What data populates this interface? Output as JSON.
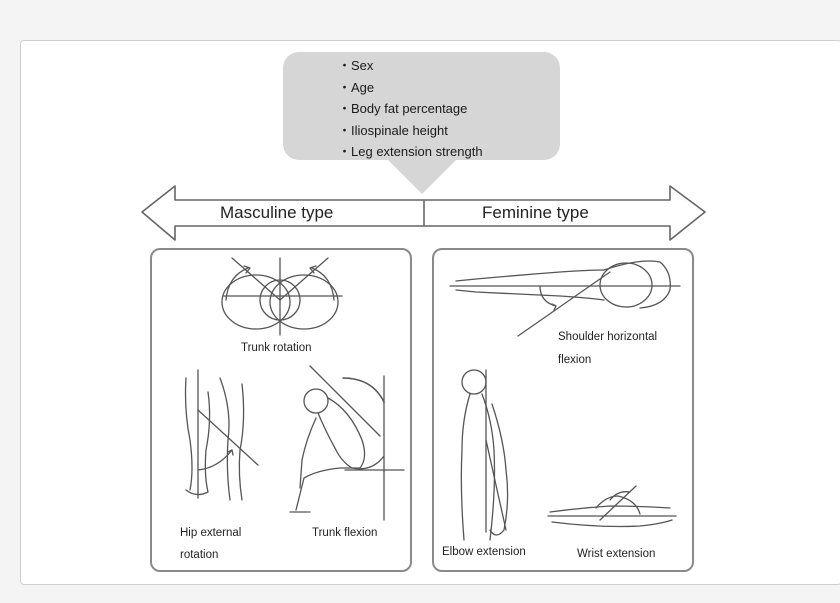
{
  "criteria": [
    "Sex",
    "Age",
    "Body fat percentage",
    "Iliospinale height",
    "Leg extension strength"
  ],
  "arrow": {
    "left_label": "Masculine type",
    "right_label": "Feminine type"
  },
  "masculine_panel": {
    "trunk_rotation": "Trunk rotation",
    "hip_external_rotation_line1": "Hip external",
    "hip_external_rotation_line2": "rotation",
    "trunk_flexion": "Trunk flexion"
  },
  "feminine_panel": {
    "shoulder_horizontal_flexion_line1": "Shoulder horizontal",
    "shoulder_horizontal_flexion_line2": "flexion",
    "elbow_extension": "Elbow extension",
    "wrist_extension": "Wrist extension"
  },
  "colors": {
    "criteria_box": "#d6d6d6",
    "line": "#555555",
    "panel_border": "#8a8a8a"
  }
}
